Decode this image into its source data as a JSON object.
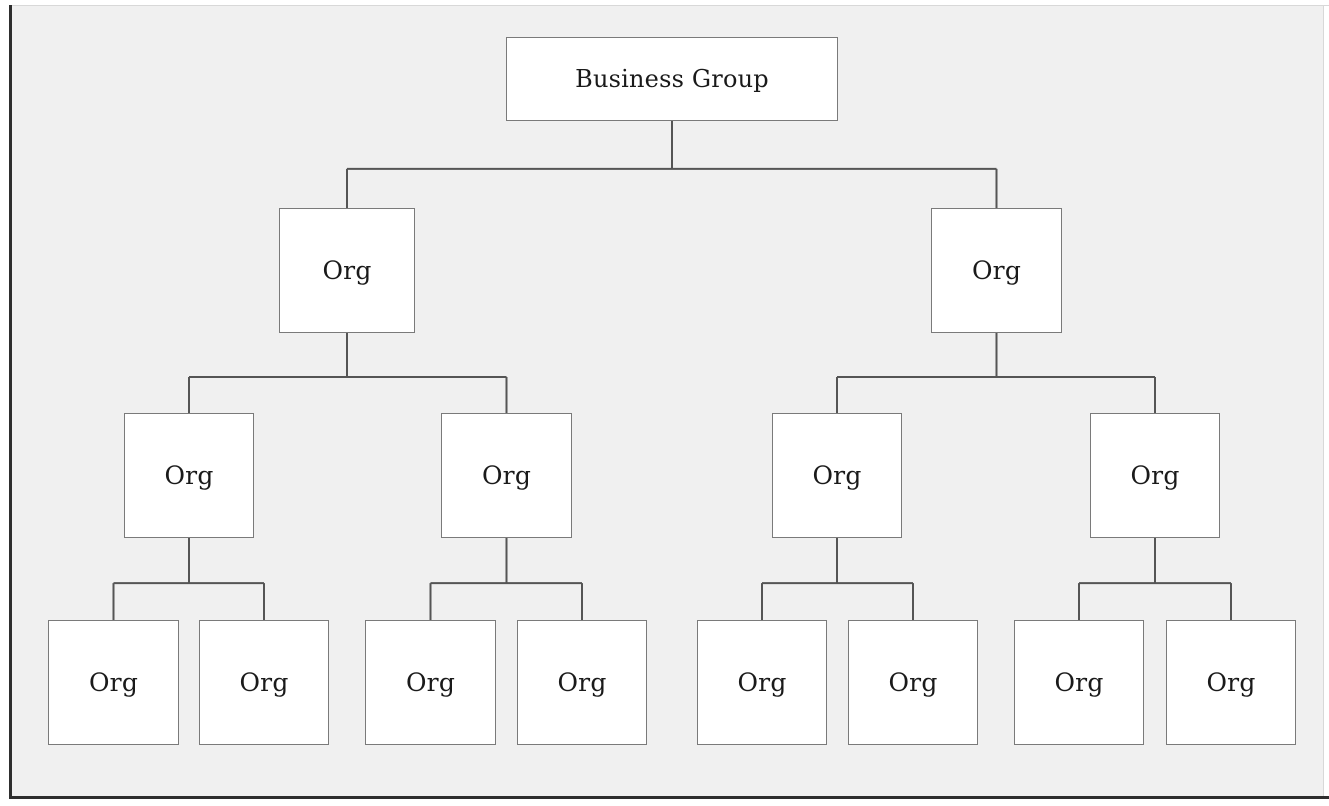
{
  "diagram": {
    "type": "org-chart",
    "root": {
      "id": "root",
      "label": "Business Group",
      "children": [
        {
          "id": "l1-a",
          "label": "Org",
          "children": [
            {
              "id": "l2-a",
              "label": "Org",
              "children": [
                {
                  "id": "l3-a",
                  "label": "Org"
                },
                {
                  "id": "l3-b",
                  "label": "Org"
                }
              ]
            },
            {
              "id": "l2-b",
              "label": "Org",
              "children": [
                {
                  "id": "l3-c",
                  "label": "Org"
                },
                {
                  "id": "l3-d",
                  "label": "Org"
                }
              ]
            }
          ]
        },
        {
          "id": "l1-b",
          "label": "Org",
          "children": [
            {
              "id": "l2-c",
              "label": "Org",
              "children": [
                {
                  "id": "l3-e",
                  "label": "Org"
                },
                {
                  "id": "l3-f",
                  "label": "Org"
                }
              ]
            },
            {
              "id": "l2-d",
              "label": "Org",
              "children": [
                {
                  "id": "l3-g",
                  "label": "Org"
                },
                {
                  "id": "l3-h",
                  "label": "Org"
                }
              ]
            }
          ]
        }
      ]
    },
    "colors": {
      "background": "#f0f0f0",
      "box_fill": "#ffffff",
      "box_border": "#7a7a7a",
      "connector": "#555555",
      "frame": "#2e2e2e"
    }
  }
}
